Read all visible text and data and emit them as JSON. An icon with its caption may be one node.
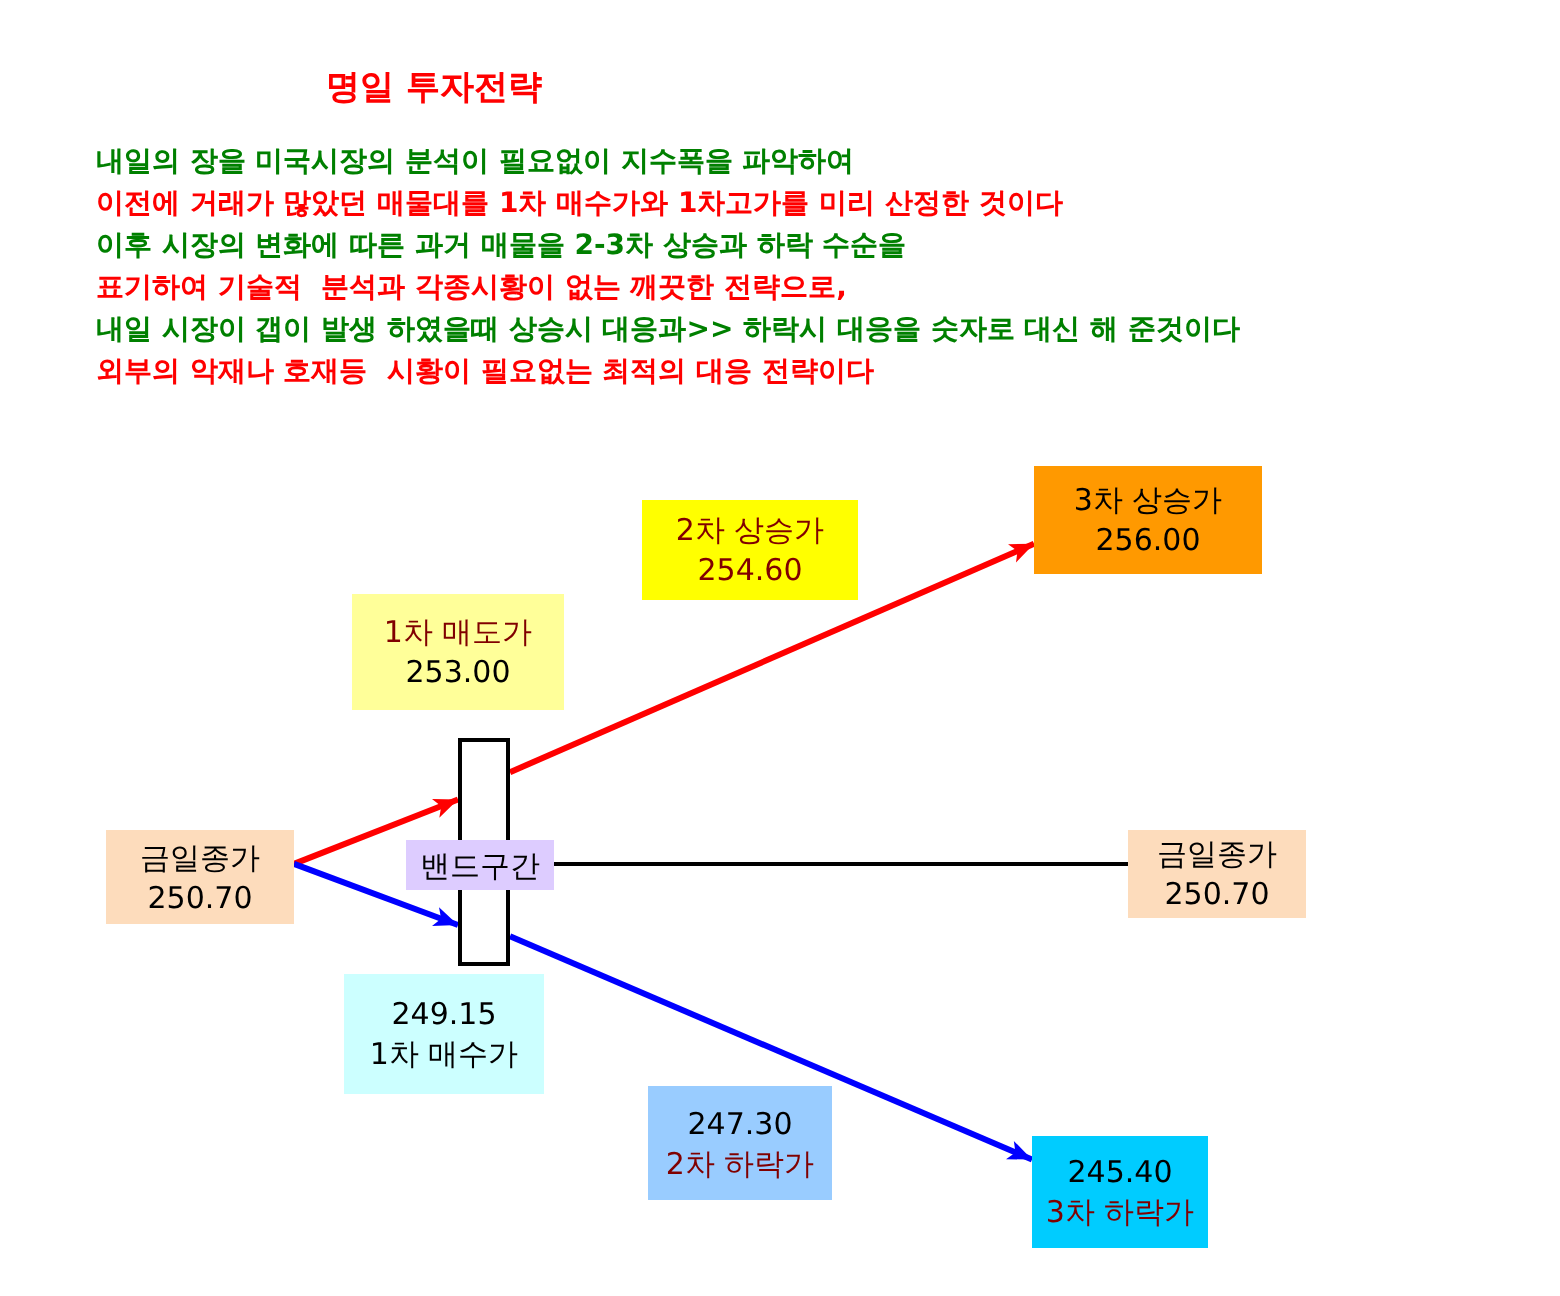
{
  "diagram": {
    "title": "명일 투자전략",
    "nodes": [
      {
        "text": [
          "금일종가",
          "250.70"
        ]
      },
      {
        "text": [],
        "shape": "bar"
      },
      {
        "text": [
          "밴드구간"
        ]
      },
      {
        "text": [
          "1차 매도가",
          "253.00"
        ]
      },
      {
        "text": [
          "2차 상승가",
          "254.60"
        ]
      },
      {
        "text": [
          "3차 상승가",
          "256.00"
        ]
      },
      {
        "text": [
          "금일종가",
          "250.70"
        ]
      },
      {
        "text": [
          "249.15",
          "1차 매수가"
        ]
      },
      {
        "text": [
          "247.30",
          "2차 하락가"
        ]
      },
      {
        "text": [
          "245.40",
          "3차 하락가"
        ]
      }
    ],
    "edges": [
      {
        "from": 0,
        "to": 1,
        "arrow": "to",
        "color": "#ff0000"
      },
      {
        "from": 0,
        "to": 1,
        "arrow": "to",
        "color": "#0000ff"
      },
      {
        "from": 1,
        "to": 5,
        "arrow": "to",
        "color": "#ff0000"
      },
      {
        "from": 1,
        "to": 9,
        "arrow": "to",
        "color": "#0000ff"
      },
      {
        "from": 2,
        "to": 6,
        "arrow": "none",
        "color": "#000000"
      }
    ],
    "labels": [
      "내일의 장을 미국시장의 분석이 필요없이 지수폭을 파악하여",
      "이전에 거래가 많았던 매물대를 1차 매수가와 1차고가를 미리 산정한 것이다",
      "이후 시장의 변화에 따른 과거 매물을 2-3차 상승과 하락 수순을",
      "표기하여 기술적  분석과 각종시황이 없는 깨끗한 전략으로,",
      "내일 시장이 갭이 발생 하였을때 상승시 대응과>> 하락시 대응을 숫자로 대신 해 준것이다",
      "외부의 악재나 호재등  시황이 필요없는 최적의 대응 전략이다"
    ]
  }
}
